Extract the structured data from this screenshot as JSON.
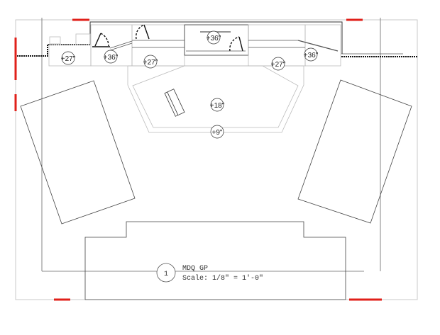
{
  "drawing": {
    "title": "MDQ GP",
    "scale": "Scale: 1/8\" = 1'-0\"",
    "view_number": "1",
    "accent_color": "#e0201a"
  },
  "elevations": [
    {
      "id": "stage-left-low",
      "label": "+27\""
    },
    {
      "id": "stage-left-high",
      "label": "+36\""
    },
    {
      "id": "stage-left-mid",
      "label": "+27\""
    },
    {
      "id": "stage-center",
      "label": "+36\""
    },
    {
      "id": "stage-right-mid",
      "label": "+27\""
    },
    {
      "id": "stage-right-high",
      "label": "+36\""
    },
    {
      "id": "platform",
      "label": "+18\""
    },
    {
      "id": "platform-step",
      "label": "+9\""
    }
  ]
}
